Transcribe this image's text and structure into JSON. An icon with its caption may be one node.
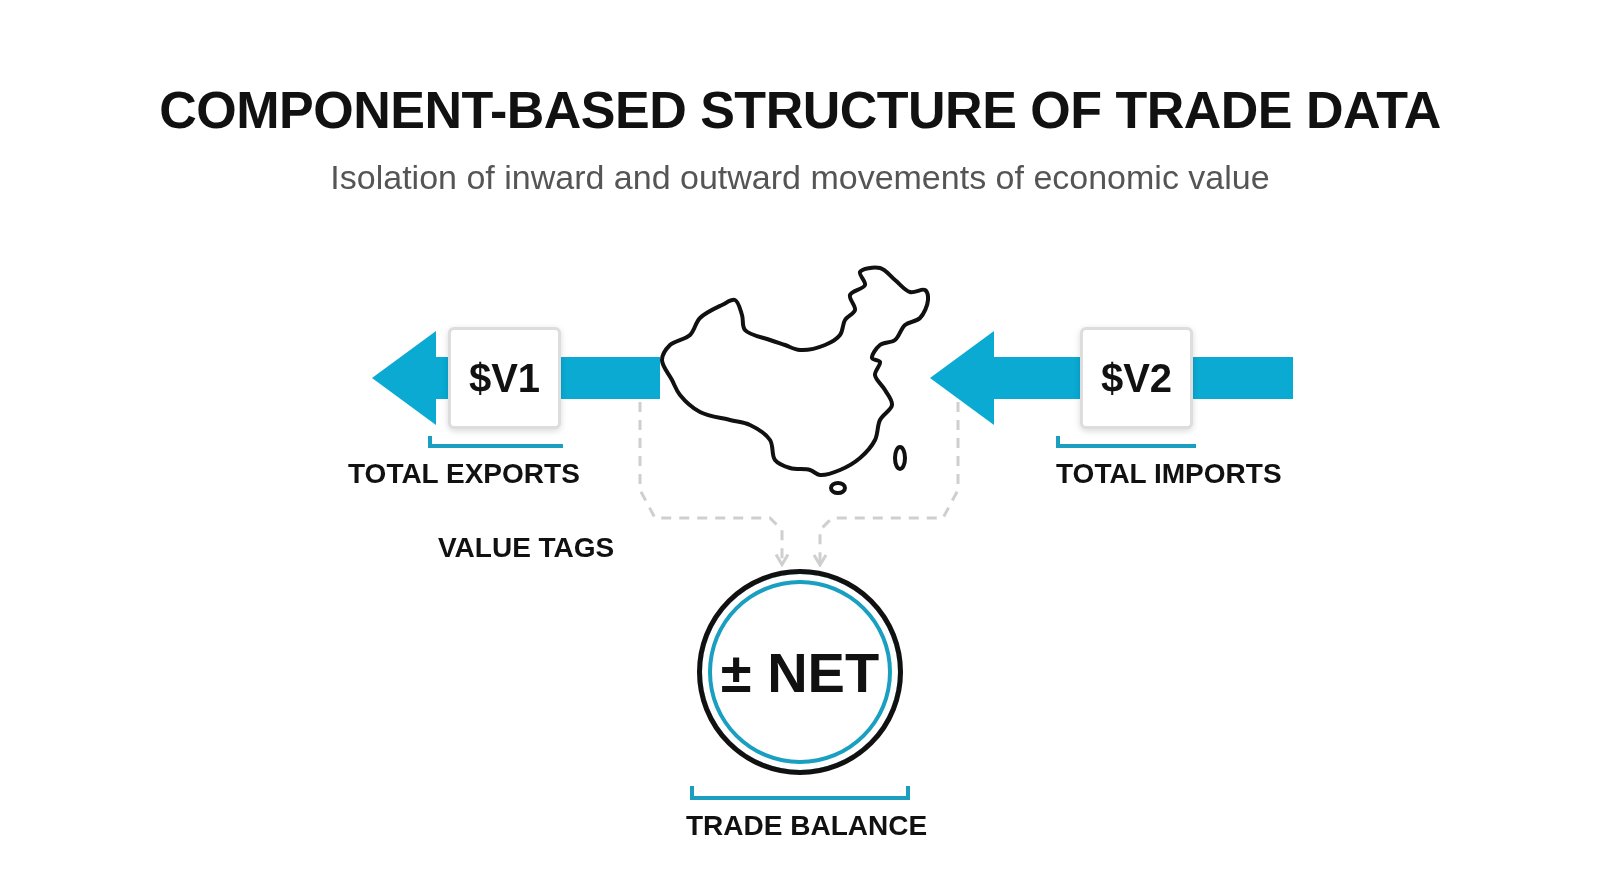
{
  "diagram": {
    "title": "COMPONENT-BASED STRUCTURE OF TRADE DATA",
    "caption": "Isolation of inward and outward movements of economic value",
    "nodes": [
      {
        "text": [],
        "shape": "picture"
      },
      {
        "text": [
          "± NET"
        ],
        "beside": [
          "TRADE BALANCE"
        ]
      }
    ],
    "edges": [
      {
        "from": 0,
        "to": null,
        "arrow": "to",
        "label": "$V1",
        "style": "thick",
        "color": "#0aaad3"
      },
      {
        "from": null,
        "to": 0,
        "arrow": "to",
        "label": "$V2",
        "style": "thick",
        "color": "#0aaad3"
      },
      {
        "from": null,
        "to": 1,
        "arrow": "to",
        "style": "dashed",
        "color": "#cfcfcf"
      },
      {
        "from": null,
        "to": 1,
        "arrow": "to",
        "style": "dashed",
        "color": "#cfcfcf"
      }
    ],
    "labels": [
      "TOTAL EXPORTS",
      "TOTAL IMPORTS",
      "VALUE TAGS"
    ]
  }
}
